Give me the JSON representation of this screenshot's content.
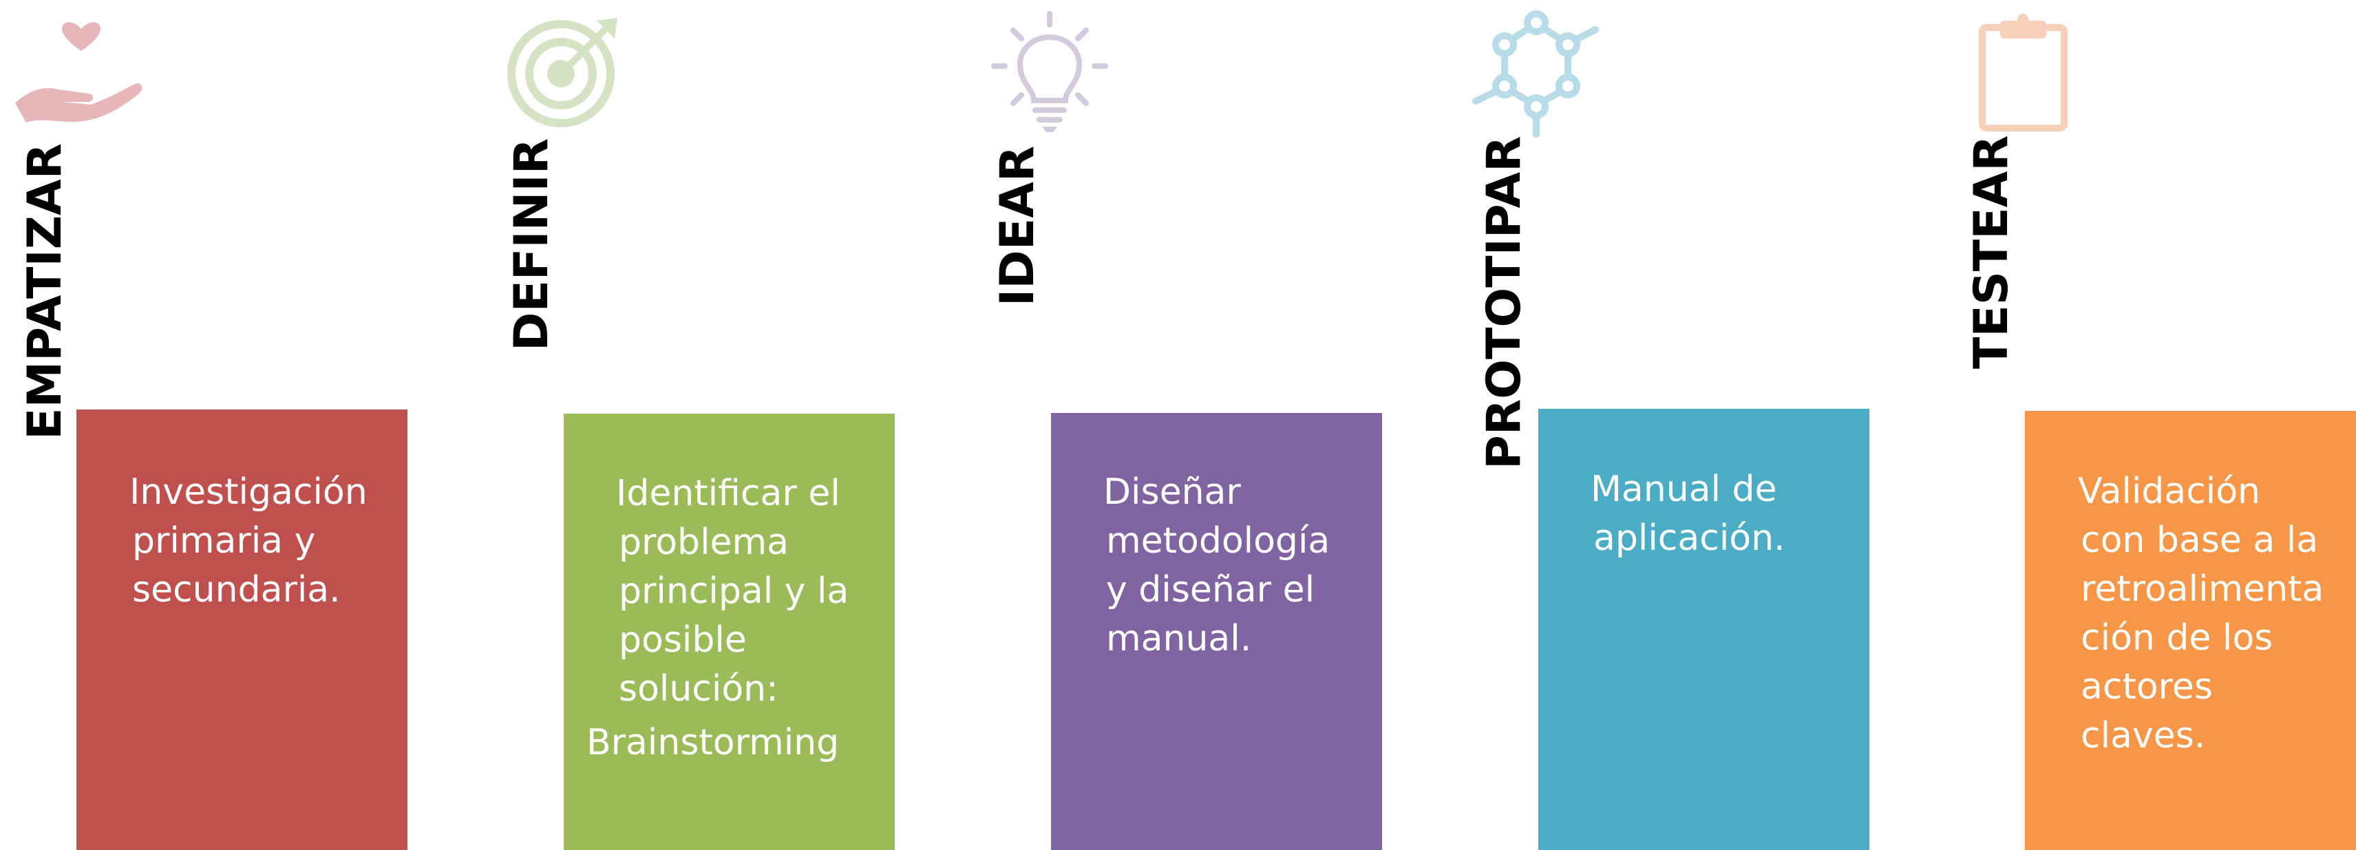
{
  "stages": [
    {
      "key": "empatizar",
      "title": "EMPATIZAR",
      "icon": "heart-in-hand-icon",
      "icon_color": "#E7B6B8",
      "box_color": "#C0504D",
      "lines": [
        "Investigación",
        "primaria y",
        "secundaria."
      ],
      "extra": ""
    },
    {
      "key": "definir",
      "title": "DEFINIR",
      "icon": "target-arrow-icon",
      "icon_color": "#D5E3C4",
      "box_color": "#9BBB59",
      "lines": [
        "Identificar el",
        "problema",
        "principal y la",
        "posible",
        "solución:"
      ],
      "extra": "Brainstorming"
    },
    {
      "key": "idear",
      "title": "IDEAR",
      "icon": "lightbulb-icon",
      "icon_color": "#D3CBDD",
      "box_color": "#8064A2",
      "lines": [
        "Diseñar",
        "metodología",
        "y diseñar el",
        "manual."
      ],
      "extra": ""
    },
    {
      "key": "prototipar",
      "title": "PROTOTIPAR",
      "icon": "network-molecule-icon",
      "icon_color": "#B8DCE7",
      "box_color": "#4BACC6",
      "lines": [
        "Manual de",
        "aplicación."
      ],
      "extra": ""
    },
    {
      "key": "testear",
      "title": "TESTEAR",
      "icon": "clipboard-icon",
      "icon_color": "#F8CFB8",
      "box_color": "#F79646",
      "lines": [
        "Validación",
        "con base a la",
        "retroalimenta",
        "ción de los",
        "actores",
        "claves."
      ],
      "extra": ""
    }
  ]
}
